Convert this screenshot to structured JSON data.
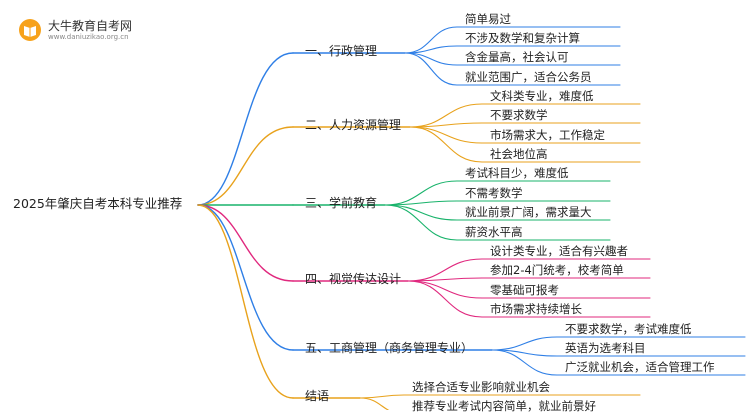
{
  "logo": {
    "name": "大牛教育自考网",
    "url": "www.daniuzikao.org.cn"
  },
  "root": "2025年肇庆自考本科专业推荐",
  "branches": [
    {
      "label": "一、行政管理",
      "color": "#2f7fe6",
      "leaves": [
        "简单易过",
        "不涉及数学和复杂计算",
        "含金量高，社会认可",
        "就业范围广，适合公务员"
      ]
    },
    {
      "label": "二、人力资源管理",
      "color": "#e8a21c",
      "leaves": [
        "文科类专业，难度低",
        "不要求数学",
        "市场需求大，工作稳定",
        "社会地位高"
      ]
    },
    {
      "label": "三、学前教育",
      "color": "#19b36b",
      "leaves": [
        "考试科目少，难度低",
        "不需考数学",
        "就业前景广阔，需求量大",
        "薪资水平高"
      ]
    },
    {
      "label": "四、视觉传达设计",
      "color": "#e0287e",
      "leaves": [
        "设计类专业，适合有兴趣者",
        "参加2-4门统考，校考简单",
        "零基础可报考",
        "市场需求持续增长"
      ]
    },
    {
      "label": "五、工商管理（商务管理专业）",
      "color": "#2f7fe6",
      "leaves": [
        "不要求数学，考试难度低",
        "英语为选考科目",
        "广泛就业机会，适合管理工作"
      ]
    },
    {
      "label": "结语",
      "color": "#e8a21c",
      "leaves": [
        "选择合适专业影响就业机会",
        "推荐专业考试内容简单，就业前景好"
      ]
    }
  ]
}
